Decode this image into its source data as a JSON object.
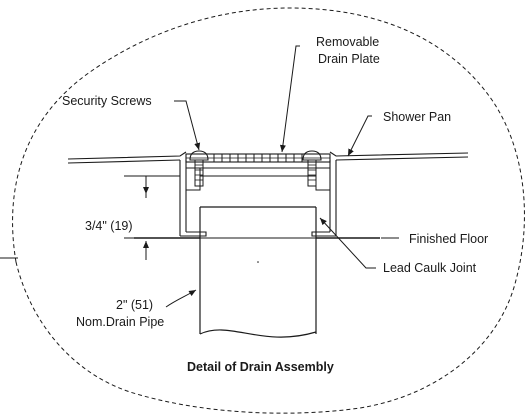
{
  "diagram": {
    "title": "Detail of Drain Assembly",
    "labels": {
      "removable_drain_plate_line1": "Removable",
      "removable_drain_plate_line2": "Drain Plate",
      "security_screws": "Security Screws",
      "shower_pan": "Shower Pan",
      "dimension": "3/4\" (19)",
      "finished_floor": "Finished Floor",
      "lead_caulk_joint": "Lead Caulk Joint",
      "drain_pipe_line1": "2\" (51)",
      "drain_pipe_line2": "Nom.Drain Pipe"
    }
  }
}
